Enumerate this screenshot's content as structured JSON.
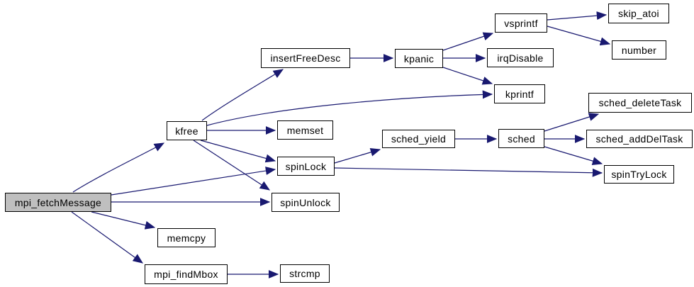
{
  "diagram": {
    "kind": "call-graph",
    "nodes": [
      {
        "id": "mpi_fetchMessage",
        "label": "mpi_fetchMessage",
        "role": "current"
      },
      {
        "id": "kfree",
        "label": "kfree",
        "role": "callee"
      },
      {
        "id": "insertFreeDesc",
        "label": "insertFreeDesc",
        "role": "callee"
      },
      {
        "id": "kpanic",
        "label": "kpanic",
        "role": "callee"
      },
      {
        "id": "vsprintf",
        "label": "vsprintf",
        "role": "callee"
      },
      {
        "id": "skip_atoi",
        "label": "skip_atoi",
        "role": "callee"
      },
      {
        "id": "number",
        "label": "number",
        "role": "callee"
      },
      {
        "id": "irqDisable",
        "label": "irqDisable",
        "role": "callee"
      },
      {
        "id": "kprintf",
        "label": "kprintf",
        "role": "callee"
      },
      {
        "id": "memset",
        "label": "memset",
        "role": "callee"
      },
      {
        "id": "sched_yield",
        "label": "sched_yield",
        "role": "callee"
      },
      {
        "id": "sched",
        "label": "sched",
        "role": "callee"
      },
      {
        "id": "sched_deleteTask",
        "label": "sched_deleteTask",
        "role": "callee"
      },
      {
        "id": "sched_addDelTask",
        "label": "sched_addDelTask",
        "role": "callee"
      },
      {
        "id": "spinLock",
        "label": "spinLock",
        "role": "callee"
      },
      {
        "id": "spinTryLock",
        "label": "spinTryLock",
        "role": "callee"
      },
      {
        "id": "spinUnlock",
        "label": "spinUnlock",
        "role": "callee"
      },
      {
        "id": "memcpy",
        "label": "memcpy",
        "role": "callee"
      },
      {
        "id": "mpi_findMbox",
        "label": "mpi_findMbox",
        "role": "callee"
      },
      {
        "id": "strcmp",
        "label": "strcmp",
        "role": "callee"
      }
    ],
    "edges": [
      {
        "from": "mpi_fetchMessage",
        "to": "kfree"
      },
      {
        "from": "mpi_fetchMessage",
        "to": "spinLock"
      },
      {
        "from": "mpi_fetchMessage",
        "to": "spinUnlock"
      },
      {
        "from": "mpi_fetchMessage",
        "to": "memcpy"
      },
      {
        "from": "mpi_fetchMessage",
        "to": "mpi_findMbox"
      },
      {
        "from": "kfree",
        "to": "insertFreeDesc"
      },
      {
        "from": "kfree",
        "to": "kprintf"
      },
      {
        "from": "kfree",
        "to": "memset"
      },
      {
        "from": "kfree",
        "to": "spinLock"
      },
      {
        "from": "kfree",
        "to": "spinUnlock"
      },
      {
        "from": "insertFreeDesc",
        "to": "kpanic"
      },
      {
        "from": "kpanic",
        "to": "vsprintf"
      },
      {
        "from": "kpanic",
        "to": "irqDisable"
      },
      {
        "from": "kpanic",
        "to": "kprintf"
      },
      {
        "from": "vsprintf",
        "to": "skip_atoi"
      },
      {
        "from": "vsprintf",
        "to": "number"
      },
      {
        "from": "sched_yield",
        "to": "sched"
      },
      {
        "from": "sched",
        "to": "sched_deleteTask"
      },
      {
        "from": "sched",
        "to": "sched_addDelTask"
      },
      {
        "from": "sched",
        "to": "spinTryLock"
      },
      {
        "from": "spinLock",
        "to": "sched_yield"
      },
      {
        "from": "spinLock",
        "to": "spinTryLock"
      },
      {
        "from": "mpi_findMbox",
        "to": "strcmp"
      }
    ]
  },
  "colors": {
    "edge": "#191970",
    "node_border": "#000000",
    "node_fill": "#ffffff",
    "current_node_fill": "#bfbfbf",
    "text": "#000000",
    "background": "#ffffff"
  }
}
